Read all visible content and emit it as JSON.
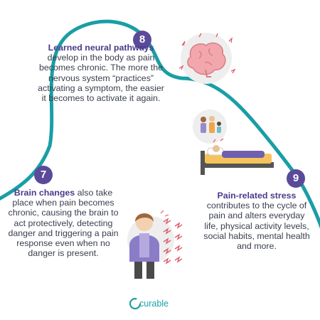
{
  "colors": {
    "path": "#1a9ea5",
    "badge": "#5b4a9a",
    "highlight": "#4a3a8a",
    "body_text": "#3a3f4f",
    "logo": "#1aa3a8"
  },
  "steps": [
    {
      "number": "8",
      "highlight": "Learned neural pathways",
      "text": "develop in the body as pain becomes chronic. The more the nervous system “practices” activating a symptom, the easier it becomes to activate it again.",
      "icon": "brain-icon"
    },
    {
      "number": "7",
      "highlight": "Brain changes",
      "text": "also take place when pain becomes chronic, causing the brain to act protectively, detecting danger and triggering a pain response even when no danger is present.",
      "icon": "person-in-pain-icon"
    },
    {
      "number": "9",
      "highlight": "Pain-related stress",
      "text": "contributes to the cycle of pain and alters everyday life, physical activity levels, social habits, mental health and more.",
      "icon": "person-in-bed-icon"
    }
  ],
  "logo": {
    "text": "curable",
    "icon": "c-circle-icon"
  }
}
